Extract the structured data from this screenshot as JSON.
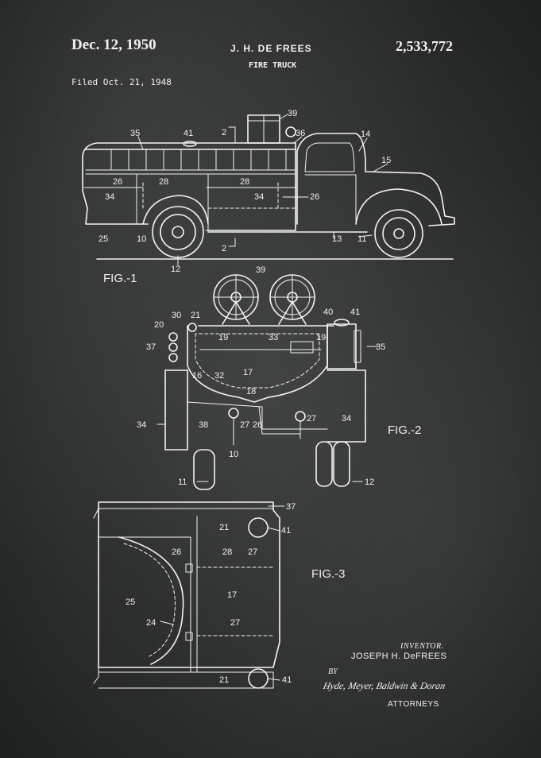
{
  "header": {
    "date": "Dec. 12, 1950",
    "inventor_name": "J. H. DE FREES",
    "patent_number": "2,533,772",
    "title": "FIRE TRUCK",
    "filed": "Filed Oct. 21, 1948"
  },
  "figures": {
    "fig1": "FIG.-1",
    "fig2": "FIG.-2",
    "fig3": "FIG.-3"
  },
  "signature": {
    "inventor_label": "INVENTOR.",
    "inventor_name": "JOSEPH H. DeFREES",
    "by": "BY",
    "attorney_signature": "Hyde, Meyer, Baldwin & Doran",
    "attorneys_label": "ATTORNEYS"
  },
  "reference_numerals": {
    "fig1": [
      "35",
      "41",
      "2",
      "39",
      "36",
      "14",
      "15",
      "26",
      "28",
      "28",
      "34",
      "34",
      "26",
      "25",
      "10",
      "2",
      "12",
      "13",
      "11"
    ],
    "fig2": [
      "39",
      "30",
      "21",
      "40",
      "41",
      "20",
      "37",
      "19",
      "33",
      "19",
      "35",
      "16",
      "32",
      "17",
      "18",
      "34",
      "38",
      "27",
      "26",
      "27",
      "34",
      "10",
      "11",
      "12"
    ],
    "fig3": [
      "37",
      "21",
      "41",
      "26",
      "28",
      "27",
      "25",
      "17",
      "24",
      "27",
      "21",
      "41"
    ]
  },
  "colors": {
    "background": "#2e3030",
    "ink": "#f2f2f2"
  }
}
